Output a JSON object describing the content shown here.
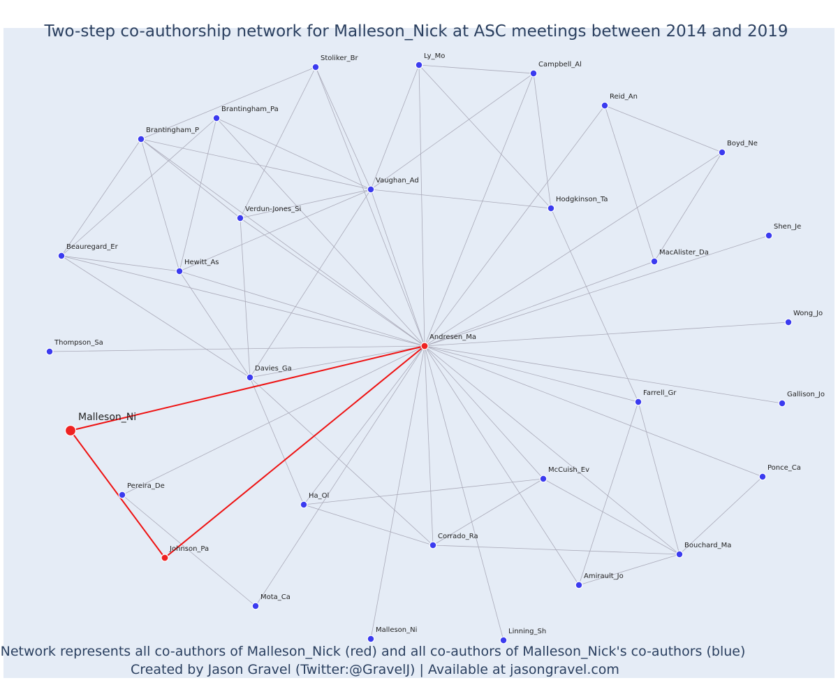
{
  "title": "Two-step co-authorship network for Malleson_Nick at ASC meetings between 2014 and 2019",
  "caption_line1": "Network represents all co-authors of Malleson_Nick (red) and all co-authors of Malleson_Nick's co-authors (blue)",
  "caption_line2": "Created by Jason Gravel (Twitter:@GravelJ) | Available at jasongravel.com",
  "colors": {
    "background": "#e5ecf6",
    "focal": "#ee2222",
    "coauthor": "#ee2222",
    "second_step": "#3b3bef",
    "edge": "#a9a9b8",
    "highlight_edge": "#ee1111"
  },
  "nodes": [
    {
      "id": "Malleson_Ni_focal",
      "label": "Malleson_Ni",
      "group": "focal"
    },
    {
      "id": "Andresen_Ma",
      "label": "Andresen_Ma",
      "group": "coauthor"
    },
    {
      "id": "Johnson_Pa",
      "label": "Johnson_Pa",
      "group": "coauthor"
    },
    {
      "id": "Stoliker_Br",
      "label": "Stoliker_Br",
      "group": "second_step"
    },
    {
      "id": "Ly_Mo",
      "label": "Ly_Mo",
      "group": "second_step"
    },
    {
      "id": "Campbell_Al",
      "label": "Campbell_Al",
      "group": "second_step"
    },
    {
      "id": "Reid_An",
      "label": "Reid_An",
      "group": "second_step"
    },
    {
      "id": "Boyd_Ne",
      "label": "Boyd_Ne",
      "group": "second_step"
    },
    {
      "id": "Brantingham_Pa",
      "label": "Brantingham_Pa",
      "group": "second_step"
    },
    {
      "id": "Brantingham_P",
      "label": "Brantingham_P",
      "group": "second_step"
    },
    {
      "id": "Vaughan_Ad",
      "label": "Vaughan_Ad",
      "group": "second_step"
    },
    {
      "id": "Hodgkinson_Ta",
      "label": "Hodgkinson_Ta",
      "group": "second_step"
    },
    {
      "id": "Verdun-Jones_Si",
      "label": "Verdun-Jones_Si",
      "group": "second_step"
    },
    {
      "id": "Shen_Je",
      "label": "Shen_Je",
      "group": "second_step"
    },
    {
      "id": "MacAlister_Da",
      "label": "MacAlister_Da",
      "group": "second_step"
    },
    {
      "id": "Beauregard_Er",
      "label": "Beauregard_Er",
      "group": "second_step"
    },
    {
      "id": "Hewitt_As",
      "label": "Hewitt_As",
      "group": "second_step"
    },
    {
      "id": "Wong_Jo",
      "label": "Wong_Jo",
      "group": "second_step"
    },
    {
      "id": "Thompson_Sa",
      "label": "Thompson_Sa",
      "group": "second_step"
    },
    {
      "id": "Davies_Ga",
      "label": "Davies_Ga",
      "group": "second_step"
    },
    {
      "id": "Farrell_Gr",
      "label": "Farrell_Gr",
      "group": "second_step"
    },
    {
      "id": "Gallison_Jo",
      "label": "Gallison_Jo",
      "group": "second_step"
    },
    {
      "id": "Pereira_De",
      "label": "Pereira_De",
      "group": "second_step"
    },
    {
      "id": "Ha_Ol",
      "label": "Ha_Ol",
      "group": "second_step"
    },
    {
      "id": "McCuish_Ev",
      "label": "McCuish_Ev",
      "group": "second_step"
    },
    {
      "id": "Ponce_Ca",
      "label": "Ponce_Ca",
      "group": "second_step"
    },
    {
      "id": "Corrado_Ra",
      "label": "Corrado_Ra",
      "group": "second_step"
    },
    {
      "id": "Bouchard_Ma",
      "label": "Bouchard_Ma",
      "group": "second_step"
    },
    {
      "id": "Amirault_Jo",
      "label": "Amirault_Jo",
      "group": "second_step"
    },
    {
      "id": "Mota_Ca",
      "label": "Mota_Ca",
      "group": "second_step"
    },
    {
      "id": "Malleson_Ni_2",
      "label": "Malleson_Ni",
      "group": "second_step"
    },
    {
      "id": "Linning_Sh",
      "label": "Linning_Sh",
      "group": "second_step"
    }
  ],
  "edges": [
    [
      "Malleson_Ni_focal",
      "Andresen_Ma",
      "highlight"
    ],
    [
      "Malleson_Ni_focal",
      "Johnson_Pa",
      "highlight"
    ],
    [
      "Johnson_Pa",
      "Andresen_Ma",
      "highlight"
    ],
    [
      "Andresen_Ma",
      "Stoliker_Br"
    ],
    [
      "Andresen_Ma",
      "Ly_Mo"
    ],
    [
      "Andresen_Ma",
      "Campbell_Al"
    ],
    [
      "Andresen_Ma",
      "Reid_An"
    ],
    [
      "Andresen_Ma",
      "Boyd_Ne"
    ],
    [
      "Andresen_Ma",
      "Brantingham_Pa"
    ],
    [
      "Andresen_Ma",
      "Brantingham_P"
    ],
    [
      "Andresen_Ma",
      "Vaughan_Ad"
    ],
    [
      "Andresen_Ma",
      "Verdun-Jones_Si"
    ],
    [
      "Andresen_Ma",
      "Shen_Je"
    ],
    [
      "Andresen_Ma",
      "MacAlister_Da"
    ],
    [
      "Andresen_Ma",
      "Beauregard_Er"
    ],
    [
      "Andresen_Ma",
      "Hewitt_As"
    ],
    [
      "Andresen_Ma",
      "Wong_Jo"
    ],
    [
      "Andresen_Ma",
      "Thompson_Sa"
    ],
    [
      "Andresen_Ma",
      "Davies_Ga"
    ],
    [
      "Andresen_Ma",
      "Farrell_Gr"
    ],
    [
      "Andresen_Ma",
      "Gallison_Jo"
    ],
    [
      "Andresen_Ma",
      "Pereira_De"
    ],
    [
      "Andresen_Ma",
      "Ha_Ol"
    ],
    [
      "Andresen_Ma",
      "McCuish_Ev"
    ],
    [
      "Andresen_Ma",
      "Ponce_Ca"
    ],
    [
      "Andresen_Ma",
      "Corrado_Ra"
    ],
    [
      "Andresen_Ma",
      "Bouchard_Ma"
    ],
    [
      "Andresen_Ma",
      "Amirault_Jo"
    ],
    [
      "Andresen_Ma",
      "Mota_Ca"
    ],
    [
      "Andresen_Ma",
      "Malleson_Ni_2"
    ],
    [
      "Andresen_Ma",
      "Linning_Sh"
    ],
    [
      "Stoliker_Br",
      "Brantingham_P"
    ],
    [
      "Stoliker_Br",
      "Vaughan_Ad"
    ],
    [
      "Stoliker_Br",
      "Verdun-Jones_Si"
    ],
    [
      "Ly_Mo",
      "Campbell_Al"
    ],
    [
      "Ly_Mo",
      "Vaughan_Ad"
    ],
    [
      "Ly_Mo",
      "Hodgkinson_Ta"
    ],
    [
      "Campbell_Al",
      "Vaughan_Ad"
    ],
    [
      "Campbell_Al",
      "Hodgkinson_Ta"
    ],
    [
      "Reid_An",
      "Boyd_Ne"
    ],
    [
      "Reid_An",
      "MacAlister_Da"
    ],
    [
      "Boyd_Ne",
      "MacAlister_Da"
    ],
    [
      "Brantingham_Pa",
      "Vaughan_Ad"
    ],
    [
      "Brantingham_Pa",
      "Beauregard_Er"
    ],
    [
      "Brantingham_Pa",
      "Hewitt_As"
    ],
    [
      "Brantingham_P",
      "Vaughan_Ad"
    ],
    [
      "Brantingham_P",
      "Verdun-Jones_Si"
    ],
    [
      "Brantingham_P",
      "Hewitt_As"
    ],
    [
      "Brantingham_P",
      "Beauregard_Er"
    ],
    [
      "Vaughan_Ad",
      "Hodgkinson_Ta"
    ],
    [
      "Vaughan_Ad",
      "Verdun-Jones_Si"
    ],
    [
      "Vaughan_Ad",
      "Hewitt_As"
    ],
    [
      "Vaughan_Ad",
      "Davies_Ga"
    ],
    [
      "Verdun-Jones_Si",
      "Davies_Ga"
    ],
    [
      "Hodgkinson_Ta",
      "Farrell_Gr"
    ],
    [
      "Beauregard_Er",
      "Hewitt_As"
    ],
    [
      "Beauregard_Er",
      "Davies_Ga"
    ],
    [
      "Hewitt_As",
      "Davies_Ga"
    ],
    [
      "Davies_Ga",
      "Ha_Ol"
    ],
    [
      "Davies_Ga",
      "Corrado_Ra"
    ],
    [
      "Pereira_De",
      "Mota_Ca"
    ],
    [
      "Ha_Ol",
      "McCuish_Ev"
    ],
    [
      "Ha_Ol",
      "Corrado_Ra"
    ],
    [
      "McCuish_Ev",
      "Corrado_Ra"
    ],
    [
      "McCuish_Ev",
      "Bouchard_Ma"
    ],
    [
      "Corrado_Ra",
      "Bouchard_Ma"
    ],
    [
      "Farrell_Gr",
      "Bouchard_Ma"
    ],
    [
      "Farrell_Gr",
      "Amirault_Jo"
    ],
    [
      "Ponce_Ca",
      "Bouchard_Ma"
    ],
    [
      "Bouchard_Ma",
      "Amirault_Jo"
    ]
  ]
}
